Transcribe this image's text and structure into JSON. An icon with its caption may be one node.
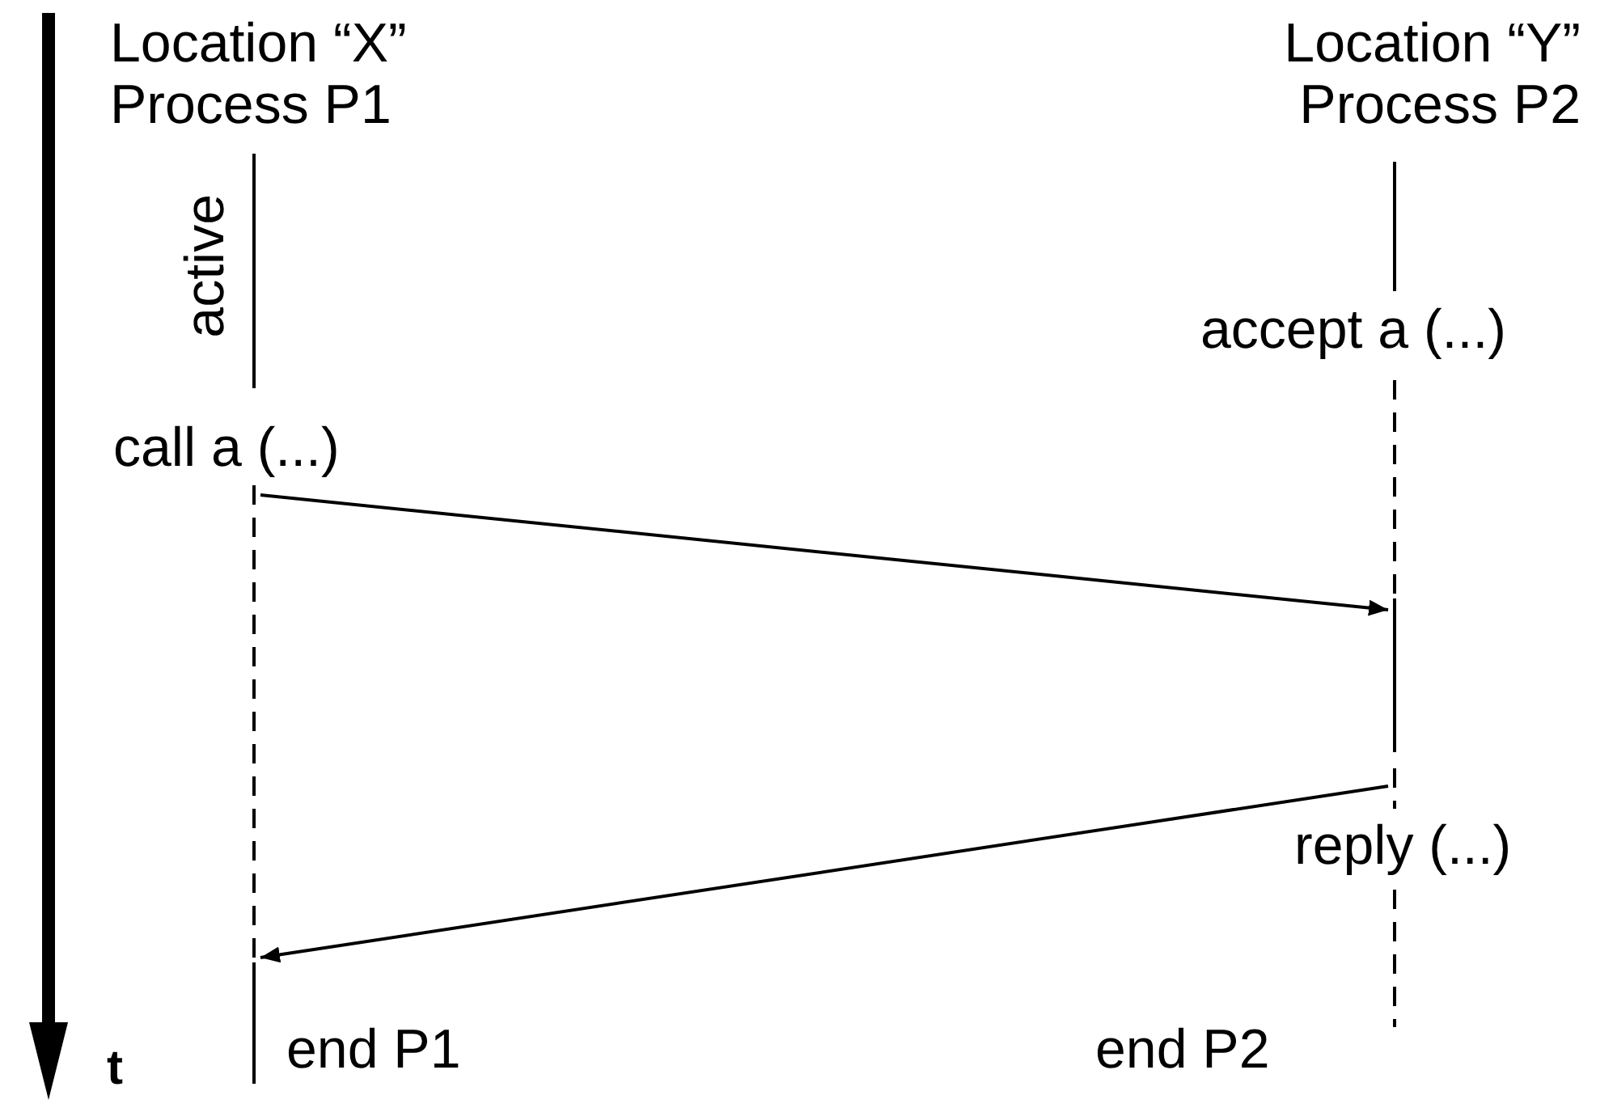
{
  "diagram": {
    "nodes": [
      {
        "text": [],
        "shape": "bar"
      },
      {
        "text": [],
        "shape": "bar"
      }
    ],
    "edges": [
      {
        "from": 0,
        "to": 1,
        "arrow": "to",
        "label": "call a (...)"
      },
      {
        "from": 1,
        "to": 0,
        "arrow": "to",
        "label": "reply (...)"
      }
    ],
    "labels": [
      "Location “X” Process P1",
      "Location “Y” Process P2",
      "active",
      "accept a (...)",
      "end P1",
      "end P2",
      "t"
    ]
  }
}
